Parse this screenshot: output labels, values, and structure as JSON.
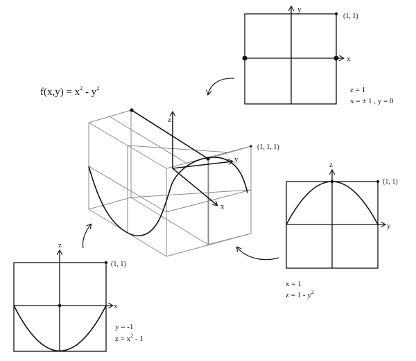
{
  "formula": {
    "base": "f(x,y) = x",
    "exp1": "2",
    "minus": " - y",
    "exp2": "2"
  },
  "panels": {
    "top": {
      "axis_x": "x",
      "axis_y": "y",
      "corner": "(1, 1)",
      "line1": "z = 1",
      "line2": "x = ± 1 , y = 0"
    },
    "right": {
      "axis_y": "y",
      "axis_z": "z",
      "corner": "(1, 1)",
      "line1": "x = 1",
      "line2_base": "z = 1 - y",
      "line2_exp": "2"
    },
    "bottom_left": {
      "axis_x": "x",
      "axis_z": "z",
      "corner": "(1, 1)",
      "line1": "y = -1",
      "line2_base": "z = x",
      "line2_exp": "2",
      "line2_rest": " - 1"
    }
  },
  "cube": {
    "axis_x": "x",
    "axis_y": "y",
    "axis_z": "z",
    "corner": "(1, 1, 1)"
  },
  "colors": {
    "ink": "#111111",
    "grid": "#8a8a8a",
    "paper": "#ffffff"
  }
}
